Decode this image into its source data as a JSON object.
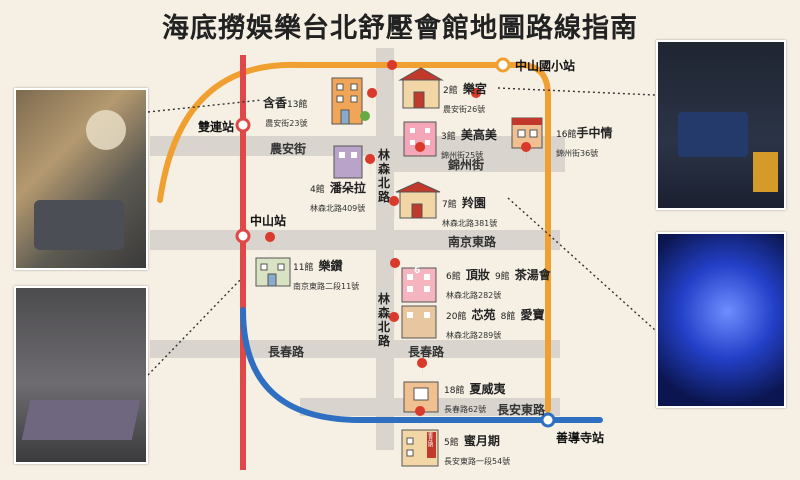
{
  "title": "海底撈娛樂台北舒壓會館地圖路線指南",
  "stations": {
    "shuanglian": "雙連站",
    "zhongshan": "中山站",
    "zhongshan_elem": "中山國小站",
    "shandao": "善導寺站"
  },
  "roads": {
    "nongan": "農安街",
    "jinzhou": "錦州街",
    "nanjing_east": "南京東路",
    "changchun_left": "長春路",
    "changchun_mid": "長春路",
    "changan_east": "長安東路",
    "linsen_north_1": "林森北路",
    "linsen_north_2": "林森北路"
  },
  "branches": [
    {
      "id": "hanxiang",
      "no": "13館",
      "name": "含香",
      "address": "農安街23號"
    },
    {
      "id": "legong",
      "no": "2館",
      "name": "樂宮",
      "address": "農安街26號"
    },
    {
      "id": "meigaomei",
      "no": "3館",
      "name": "美高美",
      "address": "錦州街25號"
    },
    {
      "id": "shouzhongqing",
      "no": "16館",
      "name": "手中情",
      "address": "錦州街36號"
    },
    {
      "id": "panduola",
      "no": "4館",
      "name": "潘朵拉",
      "address": "林森北路409號"
    },
    {
      "id": "lingyuan",
      "no": "7館",
      "name": "羚園",
      "address": "林森北路381號"
    },
    {
      "id": "lezuan",
      "no": "11館",
      "name": "樂鑽",
      "address": "南京東路二段11號"
    },
    {
      "id": "dingzhuang",
      "no": "6館",
      "name": "頂妝",
      "address": "林森北路282號"
    },
    {
      "id": "chatanghui",
      "no": "9館",
      "name": "茶湯會",
      "address": ""
    },
    {
      "id": "xinyuan",
      "no": "20館",
      "name": "芯苑",
      "address": "林森北路289號"
    },
    {
      "id": "aibao",
      "no": "8館",
      "name": "愛寶",
      "address": ""
    },
    {
      "id": "xiaweiyi",
      "no": "18館",
      "name": "夏威夷",
      "address": "長春路62號"
    },
    {
      "id": "miyueqi",
      "no": "5館",
      "name": "蜜月期",
      "address": "長安東路一段54號"
    }
  ],
  "building_signs": {
    "no6": "6",
    "miyueqi_sign": "蜜月期"
  },
  "colors": {
    "red_line": "#e04848",
    "orange_line": "#f0a030",
    "blue_line": "#2f6fc2",
    "road": "#d8d3cc",
    "background": "#f6efe3",
    "pin": "#d93a2b"
  }
}
